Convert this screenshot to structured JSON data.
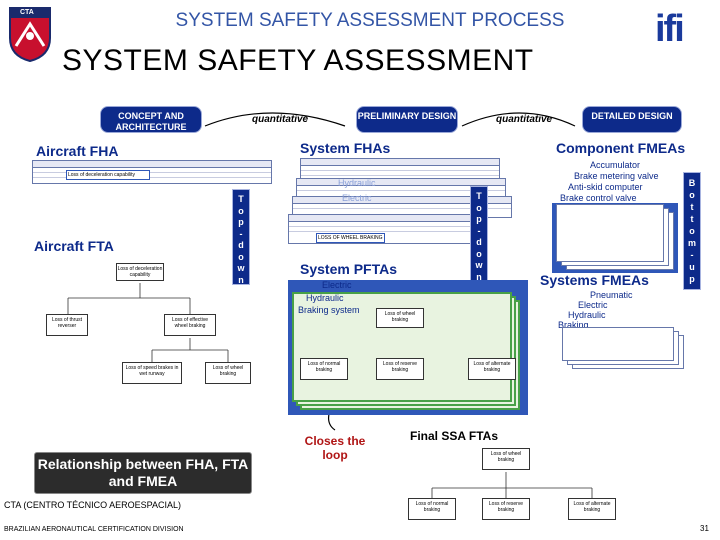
{
  "header": {
    "title": "SYSTEM SAFETY ASSESSMENT PROCESS",
    "subtitle": "SYSTEM SAFETY ASSESSMENT",
    "left_logo_text": "CTA",
    "right_logo_text": "ifi"
  },
  "phases": {
    "concept": "CONCEPT AND ARCHITECTURE",
    "preliminary": "PRELIMINARY DESIGN",
    "detailed": "DETAILED DESIGN",
    "quantitative_1": "quantitative",
    "quantitative_2": "quantitative"
  },
  "sections": {
    "aircraft_fha": "Aircraft FHA",
    "system_fhas": "System FHAs",
    "component_fmeas": "Component FMEAs",
    "aircraft_fta": "Aircraft FTA",
    "system_pftas": "System PFTAs",
    "systems_fmeas": "Systems FMEAs",
    "final_ssa": "Final SSA FTAs"
  },
  "top_down": "Top-down",
  "top_down_letters_1": [
    "T",
    "o",
    "p",
    "-",
    "d",
    "o",
    "w",
    "n"
  ],
  "top_down_letters_2": [
    "T",
    "o",
    "p",
    "-",
    "d",
    "o",
    "w",
    "n"
  ],
  "bottom_up_letters": [
    "B",
    "o",
    "t",
    "t",
    "o",
    "m",
    "-",
    "u",
    "p"
  ],
  "fha_callout": "Loss of deceleration capability",
  "system_fha_labels": {
    "hydraulic": "Hydraulic",
    "electric": "Electric",
    "callout": "LOSS OF WHEEL BRAKING"
  },
  "component_labels": {
    "accumulator": "Accumulator",
    "brake_metering": "Brake metering valve",
    "antiskid": "Anti-skid computer",
    "brake_control": "Brake control valve"
  },
  "pfta_labels": {
    "electric": "Electric",
    "hydraulic": "Hydraulic",
    "braking": "Braking system"
  },
  "systems_fmea_labels": {
    "pneumatic": "Pneumatic",
    "electric": "Electric",
    "hydraulic": "Hydraulic",
    "braking": "Braking"
  },
  "aircraft_fta_tree": {
    "top": "Loss of deceleration capability",
    "thrust": "Loss of thrust reverser",
    "wheel": "Loss of effective wheel braking",
    "speed": "Loss of speed brakes in wet runway",
    "wheel2": "Loss of wheel braking"
  },
  "pfta_tree": {
    "top": "Loss of wheel braking",
    "normal": "Loss of normal braking",
    "reserve": "Loss of reserve braking",
    "alternate": "Loss of alternate braking"
  },
  "final_tree": {
    "top": "Loss of wheel braking",
    "normal": "Loss of normal braking",
    "reserve": "Loss of reserve braking",
    "alternate": "Loss of alternate braking"
  },
  "closes_loop": "Closes the loop",
  "relationship": "Relationship between FHA, FTA and FMEA",
  "footer": {
    "cta": "CTA (CENTRO TÉCNICO AEROESPACIAL)",
    "division": "BRAZILIAN AERONAUTICAL CERTIFICATION DIVISION",
    "page": "31"
  },
  "colors": {
    "navy": "#0d2a8a",
    "panel_blue": "#2f57b8",
    "green": "#47a047",
    "red": "#b01515"
  }
}
